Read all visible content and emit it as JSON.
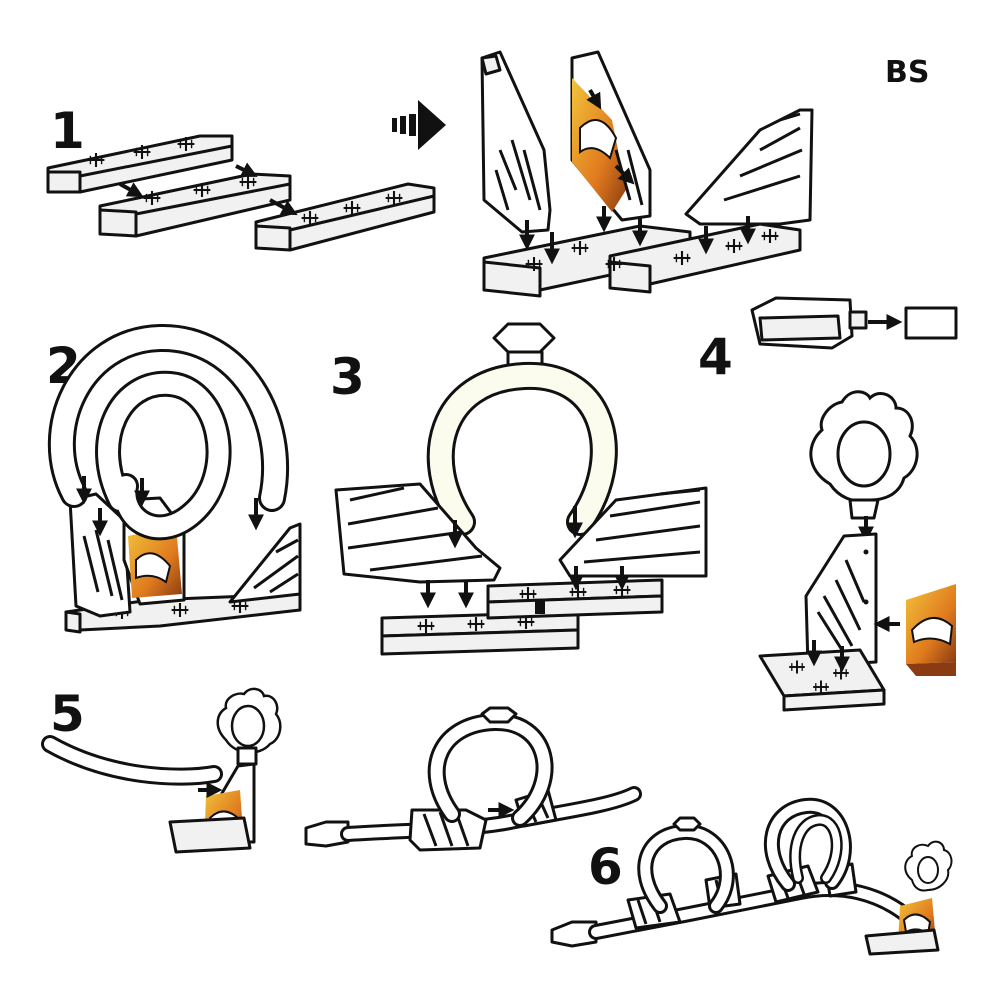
{
  "brand": "BS",
  "steps": [
    {
      "number": "1"
    },
    {
      "number": "2"
    },
    {
      "number": "3"
    },
    {
      "number": "4"
    },
    {
      "number": "5"
    },
    {
      "number": "6"
    }
  ],
  "colors": {
    "ink": "#111111",
    "paper": "#ffffff",
    "part_fill": "#f1f1f1",
    "car_flame_orange": "#e07a1e",
    "car_flame_yellow": "#f2c33a"
  },
  "icons": [
    "big-arrow-icon",
    "down-arrow-icon",
    "right-arrow-icon",
    "left-arrow-icon",
    "flame-ring-icon",
    "car-icon",
    "launcher-icon"
  ]
}
